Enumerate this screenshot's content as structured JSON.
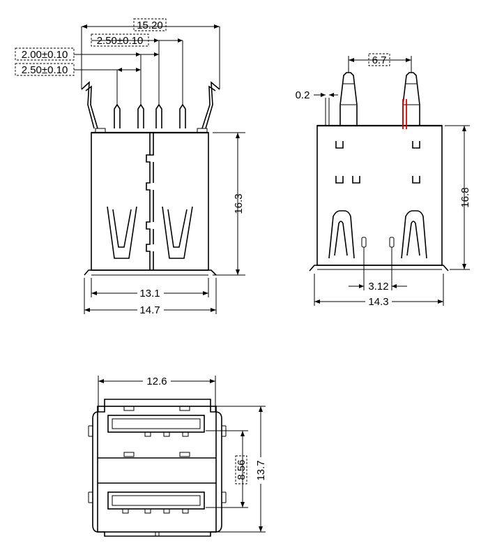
{
  "side_view": {
    "overall_width": "15.20",
    "pitch_a": "2.50±0.10",
    "pitch_b": "2.00±0.10",
    "pitch_c": "2.50±0.10",
    "height": "16.3",
    "inner_width": "13.1",
    "base_width": "14.7"
  },
  "front_view": {
    "post_spacing": "6.7",
    "pin_thickness": "0.2",
    "height": "16.8",
    "pin_spacing": "3.12",
    "width": "14.3"
  },
  "end_view": {
    "width": "12.6",
    "port_pitch": "8.56",
    "height": "13.7"
  }
}
